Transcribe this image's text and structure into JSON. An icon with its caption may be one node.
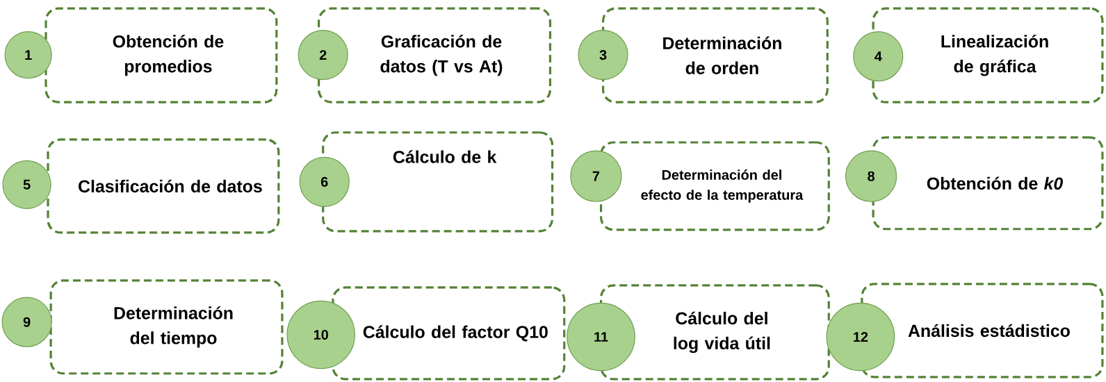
{
  "diagram": {
    "nodes": [
      {
        "text": [
          "1"
        ]
      },
      {
        "text": [
          "Obtención de promedios"
        ]
      },
      {
        "text": [
          "2"
        ]
      },
      {
        "text": [
          "Graficación de datos (T vs At)"
        ]
      },
      {
        "text": [
          "3"
        ]
      },
      {
        "text": [
          "Determinación de orden"
        ]
      },
      {
        "text": [
          "4"
        ]
      },
      {
        "text": [
          "Linealización de gráfica"
        ]
      },
      {
        "text": [
          "5"
        ]
      },
      {
        "text": [
          "Clasificación de datos"
        ]
      },
      {
        "text": [
          "6"
        ]
      },
      {
        "text": [
          "Cálculo de k"
        ]
      },
      {
        "text": [
          "7"
        ]
      },
      {
        "text": [
          "Determinación del efecto de la temperatura"
        ]
      },
      {
        "text": [
          "8"
        ]
      },
      {
        "text": [
          "Obtención de *k0*"
        ]
      },
      {
        "text": [
          "9"
        ]
      },
      {
        "text": [
          "Determinación del tiempo"
        ]
      },
      {
        "text": [
          "10"
        ]
      },
      {
        "text": [
          "Cálculo del factor Q10"
        ]
      },
      {
        "text": [
          "11"
        ]
      },
      {
        "text": [
          "Cálculo del log vida útil"
        ]
      },
      {
        "text": [
          "12"
        ]
      },
      {
        "text": [
          "Análisis estádistico"
        ]
      }
    ]
  }
}
